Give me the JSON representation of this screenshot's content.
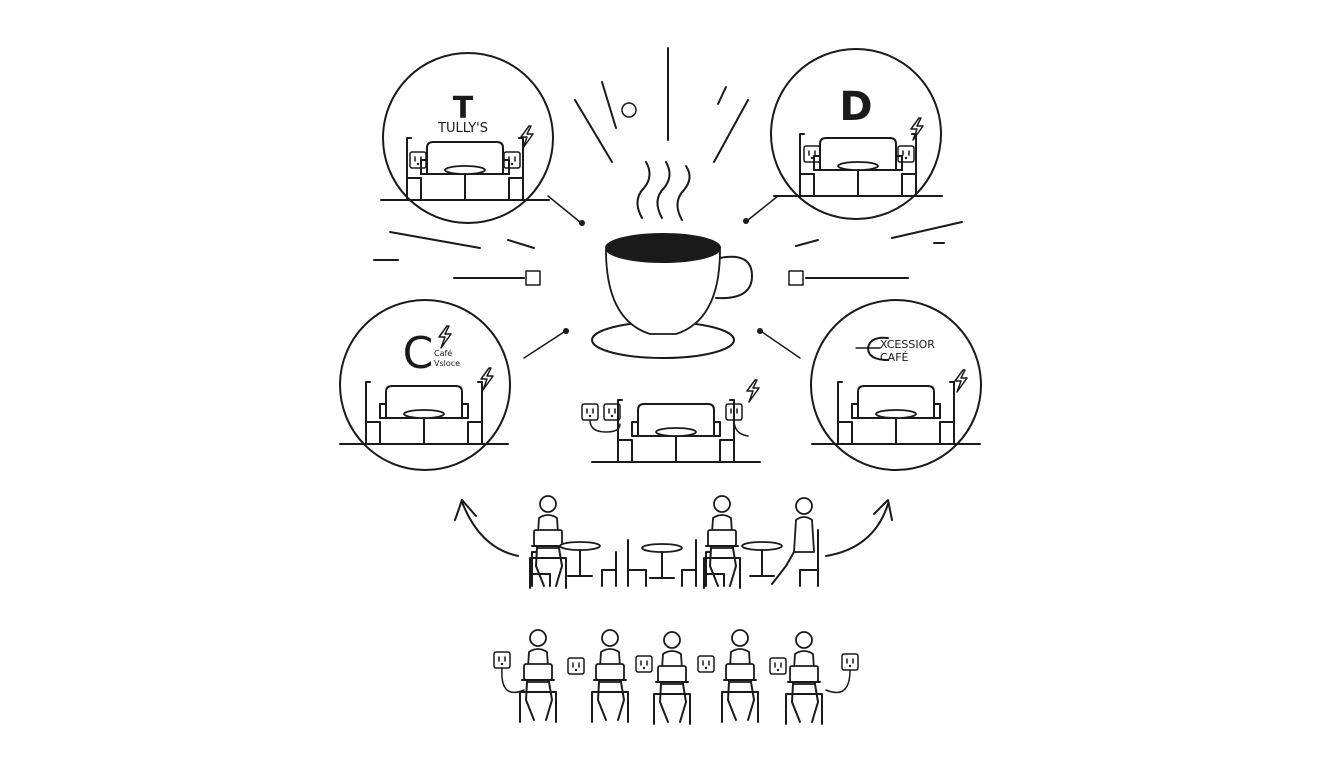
{
  "badges": {
    "tullys": {
      "logo_letter": "T",
      "name": "TULLY'S"
    },
    "d": {
      "logo_letter": "D"
    },
    "c": {
      "logo_letter": "C",
      "line1": "Café",
      "line2": "Vsloce"
    },
    "excessior": {
      "line1": "XCESSIOR",
      "line2": "CAFÉ"
    }
  },
  "icons": [
    "coffee-cup-icon",
    "steam-icon",
    "lightning-icon",
    "power-outlet-icon",
    "laptop-icon",
    "person-icon",
    "chair-icon",
    "table-icon",
    "sofa-icon",
    "curved-arrow-icon"
  ],
  "colors": {
    "ink": "#1a1a1a",
    "background": "#ffffff"
  }
}
